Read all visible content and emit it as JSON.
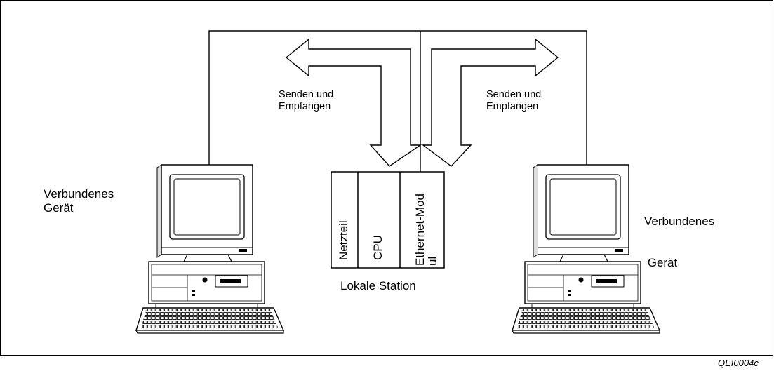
{
  "figure": {
    "left_device": {
      "label_line1": "Verbundenes",
      "label_line2": "Gerät"
    },
    "right_device": {
      "label_line1": "Verbundenes",
      "label_line2": " Gerät"
    },
    "left_arrow": {
      "label_line1": "Senden und",
      "label_line2": "Empfangen"
    },
    "right_arrow": {
      "label_line1": "Senden und",
      "label_line2": "Empfangen"
    },
    "station": {
      "modules": [
        {
          "label_line1": "Netzteil",
          "label_line2": ""
        },
        {
          "label_line1": "CPU",
          "label_line2": ""
        },
        {
          "label_line1": "Ethernet-Mod",
          "label_line2": "ul"
        }
      ],
      "caption": "Lokale Station"
    },
    "figure_code": "QEI0004c"
  }
}
